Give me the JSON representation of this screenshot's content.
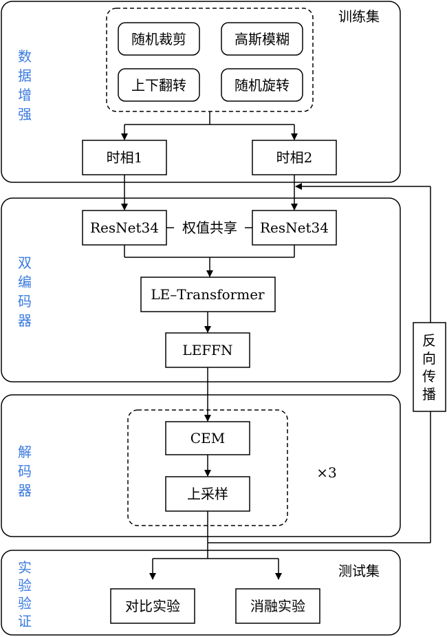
{
  "colors": {
    "stroke": "#000000",
    "section_label": "#3a7ae0",
    "background": "#ffffff"
  },
  "sections": {
    "augmentation": {
      "side_label": [
        "数",
        "据",
        "增",
        "强"
      ],
      "corner_label": "训练集",
      "ops": [
        "随机裁剪",
        "高斯模糊",
        "上下翻转",
        "随机旋转"
      ],
      "phases": [
        "时相1",
        "时相2"
      ]
    },
    "encoder": {
      "side_label": [
        "双",
        "编",
        "码",
        "器"
      ],
      "backbones": [
        "ResNet34",
        "ResNet34"
      ],
      "weight_share": "权值共享",
      "transformer": "LE–Transformer",
      "ffn": "LEFFN"
    },
    "decoder": {
      "side_label": [
        "解",
        "码",
        "器"
      ],
      "cem": "CEM",
      "upsample": "上采样",
      "repeat": "×3"
    },
    "validation": {
      "side_label": [
        "实",
        "验",
        "验",
        "证"
      ],
      "corner_label": "测试集",
      "experiments": [
        "对比实验",
        "消融实验"
      ]
    },
    "backprop": [
      "反",
      "向",
      "传",
      "播"
    ]
  }
}
